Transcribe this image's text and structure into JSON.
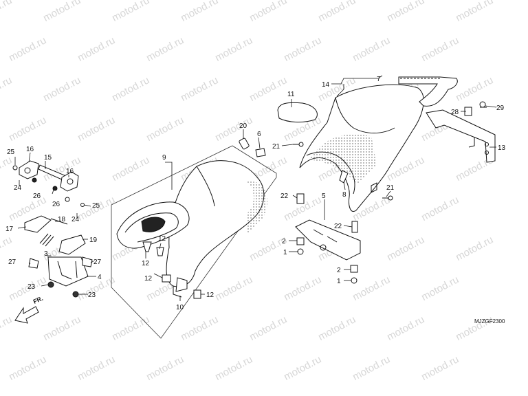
{
  "watermark": "motod.ru",
  "diagram_code": "MJZGF2300",
  "front_label": "FR.",
  "callouts": {
    "c1a": "1",
    "c1b": "1",
    "c2a": "2",
    "c2b": "2",
    "c3": "3",
    "c4": "4",
    "c5": "5",
    "c6": "6",
    "c7": "7",
    "c8": "8",
    "c9": "9",
    "c10": "10",
    "c11": "11",
    "c12a": "12",
    "c12b": "12",
    "c12c": "12",
    "c12d": "12",
    "c13": "13",
    "c14": "14",
    "c15": "15",
    "c16a": "16",
    "c16b": "16",
    "c17": "17",
    "c18": "18",
    "c19": "19",
    "c20": "20",
    "c21a": "21",
    "c21b": "21",
    "c22a": "22",
    "c22b": "22",
    "c23a": "23",
    "c23b": "23",
    "c24a": "24",
    "c24b": "24",
    "c25a": "25",
    "c25b": "25",
    "c26a": "26",
    "c26b": "26",
    "c27a": "27",
    "c27b": "27",
    "c28": "28",
    "c29": "29"
  }
}
